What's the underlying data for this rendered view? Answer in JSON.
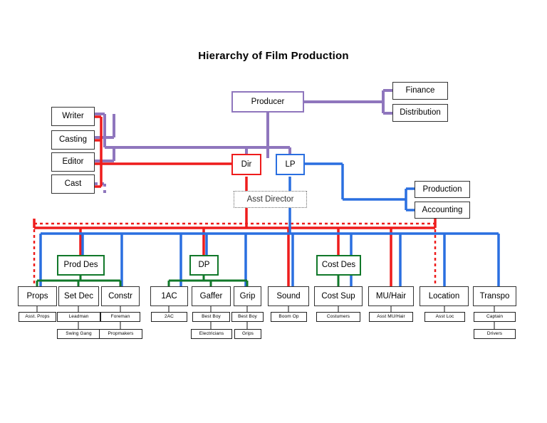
{
  "title": "Hierarchy of Film Production",
  "colors": {
    "producer": "#8f76bd",
    "director": "#ee1c1c",
    "line_producer": "#2a6fe0",
    "department_head": "#11782a",
    "plain": "#333333",
    "dotted": "#666666"
  },
  "nodes": {
    "producer": "Producer",
    "finance": "Finance",
    "distribution": "Distribution",
    "writer": "Writer",
    "casting": "Casting",
    "editor": "Editor",
    "cast": "Cast",
    "dir": "Dir",
    "lp": "LP",
    "asst_director": "Asst Director",
    "production": "Production",
    "accounting": "Accounting",
    "prod_des": "Prod Des",
    "dp": "DP",
    "cost_des": "Cost Des",
    "props": "Props",
    "set_dec": "Set Dec",
    "constr": "Constr",
    "ac1": "1AC",
    "gaffer": "Gaffer",
    "grip": "Grip",
    "sound": "Sound",
    "cost_sup": "Cost Sup",
    "mu_hair": "MU/Hair",
    "location": "Location",
    "transpo": "Transpo",
    "asst_props": "Asst. Props",
    "leadman": "Leadman",
    "foreman": "Foreman",
    "swing_gang": "Swing Gang",
    "propmakers": "Propmakers",
    "ac2": "2AC",
    "best_boy_electric": "Best Boy",
    "best_boy_grip": "Best Boy",
    "electricians": "Electricians",
    "grips": "Grips",
    "boom_op": "Boom Op",
    "costumers": "Costumers",
    "asst_mu_hair": "Asst MU/Hair",
    "asst_loc": "Asst Loc",
    "captain": "Captain",
    "drivers": "Drivers"
  },
  "chart_data": {
    "type": "diagram",
    "title": "Hierarchy of Film Production",
    "hierarchy": [
      {
        "node": "Producer",
        "children": [
          "Finance",
          "Distribution",
          "Dir",
          "LP",
          "Writer",
          "Casting",
          "Editor"
        ]
      },
      {
        "node": "Dir",
        "children": [
          "Asst Director",
          "Writer",
          "Casting",
          "Editor",
          "Cast",
          "Prod Des",
          "DP",
          "Cost Des",
          "Sound",
          "MU/Hair"
        ]
      },
      {
        "node": "LP",
        "children": [
          "Asst Director",
          "Production",
          "Accounting",
          "Props",
          "Set Dec",
          "Constr",
          "1AC",
          "Gaffer",
          "Grip",
          "Cost Sup",
          "MU/Hair",
          "Location",
          "Transpo"
        ]
      },
      {
        "node": "Prod Des",
        "children": [
          "Props",
          "Set Dec",
          "Constr"
        ]
      },
      {
        "node": "DP",
        "children": [
          "1AC",
          "Gaffer",
          "Grip"
        ]
      },
      {
        "node": "Cost Des",
        "children": [
          "Cost Sup"
        ]
      },
      {
        "node": "Props",
        "children": [
          "Asst. Props"
        ]
      },
      {
        "node": "Set Dec",
        "children": [
          "Leadman"
        ]
      },
      {
        "node": "Leadman",
        "children": [
          "Swing Gang"
        ]
      },
      {
        "node": "Constr",
        "children": [
          "Foreman"
        ]
      },
      {
        "node": "Foreman",
        "children": [
          "Propmakers"
        ]
      },
      {
        "node": "1AC",
        "children": [
          "2AC"
        ]
      },
      {
        "node": "Gaffer",
        "children": [
          "Best Boy"
        ]
      },
      {
        "node": "Best Boy",
        "children": [
          "Electricians"
        ]
      },
      {
        "node": "Grip",
        "children": [
          "Best Boy"
        ]
      },
      {
        "node": "Grip Best Boy",
        "children": [
          "Grips"
        ]
      },
      {
        "node": "Sound",
        "children": [
          "Boom Op"
        ]
      },
      {
        "node": "Cost Sup",
        "children": [
          "Costumers"
        ]
      },
      {
        "node": "MU/Hair",
        "children": [
          "Asst MU/Hair"
        ]
      },
      {
        "node": "Location",
        "children": [
          "Asst Loc"
        ]
      },
      {
        "node": "Transpo",
        "children": [
          "Captain"
        ]
      },
      {
        "node": "Captain",
        "children": [
          "Drivers"
        ]
      }
    ]
  }
}
